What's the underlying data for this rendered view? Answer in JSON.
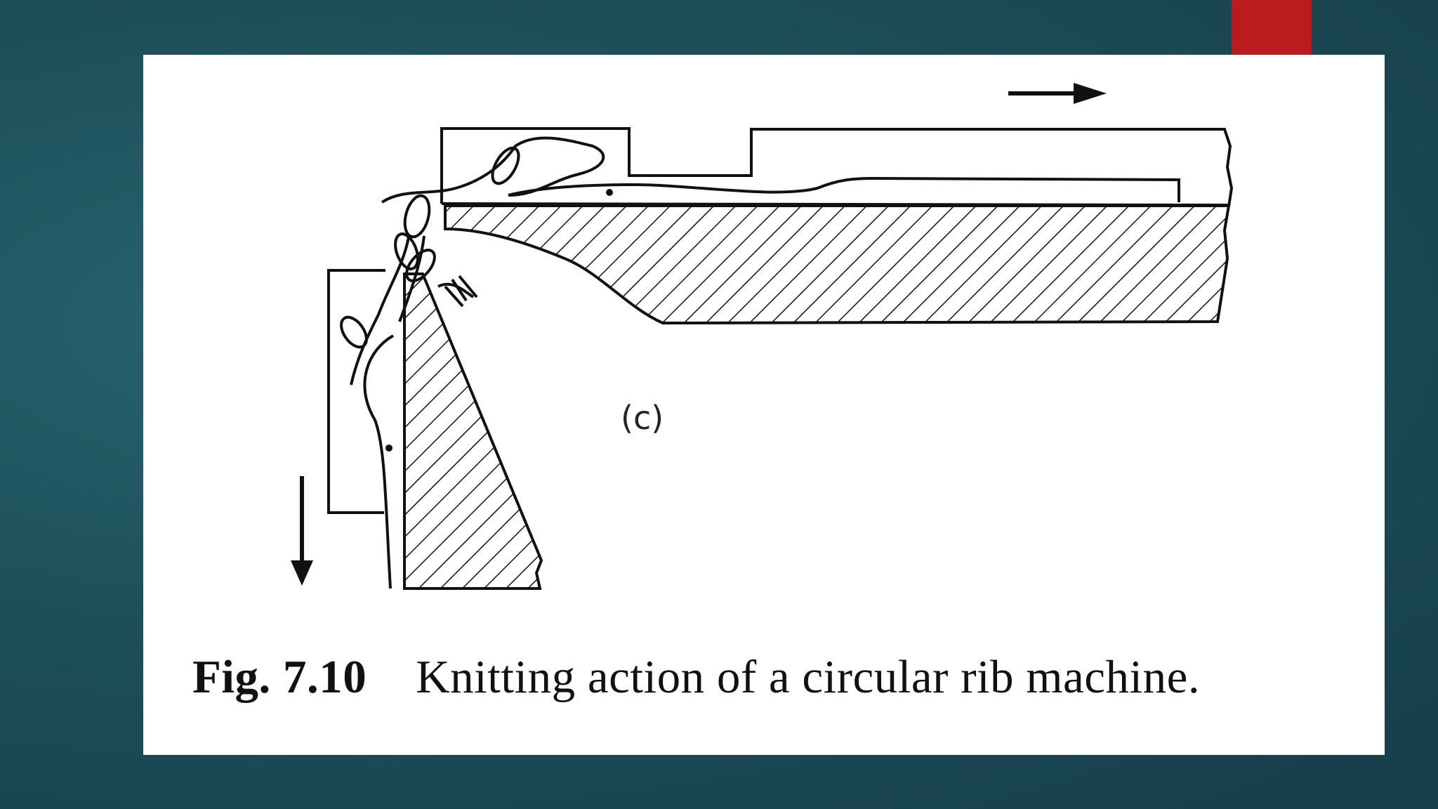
{
  "slide": {
    "background_color": "#1d4f5a",
    "accent_color": "#b81c1c"
  },
  "figure": {
    "panel_label": "(c)",
    "caption_label": "Fig. 7.10",
    "caption_text": "Knitting action of a circular rib machine.",
    "arrows": [
      "right-arrow-icon",
      "down-arrow-icon"
    ]
  }
}
